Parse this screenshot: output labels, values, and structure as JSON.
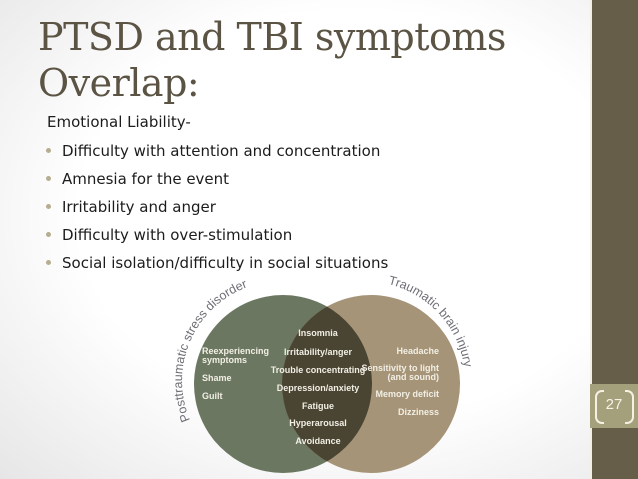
{
  "slide": {
    "title_lines": [
      "PTSD and TBI symptoms",
      "Overlap:"
    ],
    "subtitle": "Emotional Liability-",
    "bullets": [
      "Difficulty with attention and concentration",
      "Amnesia for the event",
      "Irritability and anger",
      "Difficulty with over-stimulation",
      "Social isolation/difficulty in social situations"
    ],
    "page_number": "27"
  },
  "venn": {
    "left_title": "Posttraumatic stress disorder",
    "right_title": "Traumatic brain injury",
    "left_only": [
      "Reexperiencing",
      "symptoms",
      "Shame",
      "Guilt"
    ],
    "overlap": [
      "Insomnia",
      "Irritability/anger",
      "Trouble concentrating",
      "Depression/anxiety",
      "Fatigue",
      "Hyperarousal",
      "Avoidance"
    ],
    "right_only": [
      "Headache",
      "Sensitivity to light",
      "(and sound)",
      "Memory deficit",
      "Dizziness"
    ],
    "colors": {
      "ptsd": "#6b7760",
      "tbi": "#a69478",
      "overlap": "#4a4433",
      "sidebar": "#665e48",
      "page_box": "#a4a07c",
      "title": "#5b5444"
    }
  }
}
